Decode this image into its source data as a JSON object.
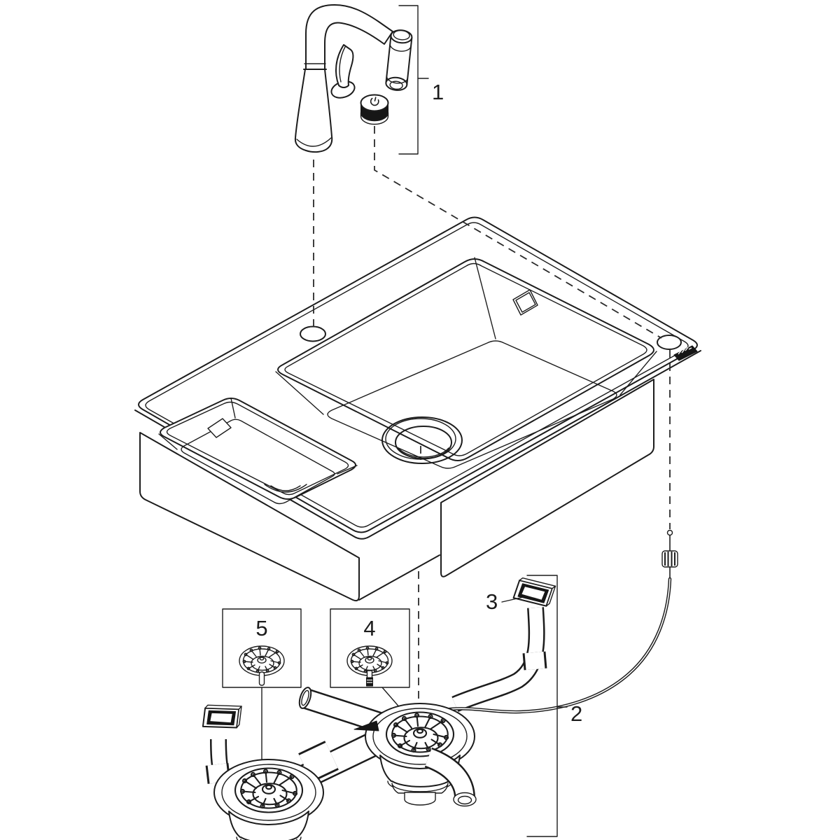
{
  "diagram": {
    "type": "exploded-parts-diagram",
    "subject": "kitchen sink with two bowls, pull-out mixer tap, select button and drain set",
    "callouts": [
      {
        "id": "1",
        "label": "1"
      },
      {
        "id": "2",
        "label": "2"
      },
      {
        "id": "3",
        "label": "3"
      },
      {
        "id": "4",
        "label": "4"
      },
      {
        "id": "5",
        "label": "5"
      }
    ],
    "icons": {
      "button_symbol": "power-icon",
      "brand_badge": "logo-strip"
    },
    "colors": {
      "line": "#1c1c1c",
      "background": "#ffffff",
      "black_fill": "#161616"
    }
  }
}
